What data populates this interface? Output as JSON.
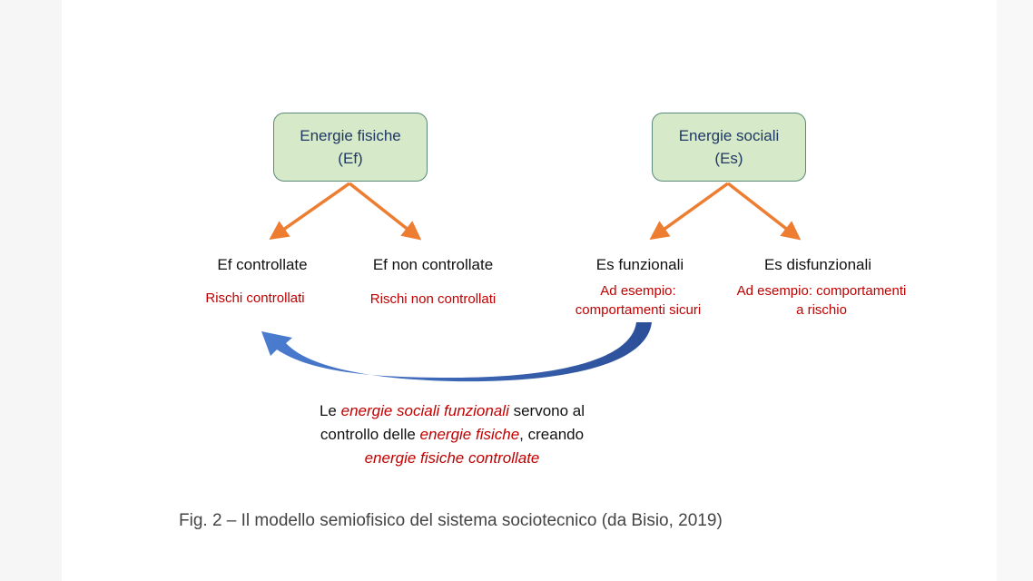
{
  "boxes": [
    {
      "title": "Energie fisiche",
      "abbr": "(Ef)"
    },
    {
      "title": "Energie sociali",
      "abbr": "(Es)"
    }
  ],
  "branches": [
    {
      "label": "Ef controllate",
      "sub": [
        "Rischi controllati"
      ]
    },
    {
      "label": "Ef non controllate",
      "sub": [
        "Rischi non controllati"
      ]
    },
    {
      "label": "Es funzionali",
      "sub": [
        "Ad esempio:",
        "comportamenti sicuri"
      ]
    },
    {
      "label": "Es disfunzionali",
      "sub": [
        "Ad esempio: comportamenti",
        "a rischio"
      ]
    }
  ],
  "explanation": {
    "l1_a": "Le ",
    "l1_b": "energie sociali funzionali",
    "l1_c": " servono al",
    "l2_a": "controllo delle ",
    "l2_b": "energie fisiche",
    "l2_c": ", creando",
    "l3": "energie fisiche controllate"
  },
  "caption": "Fig. 2 – Il modello semiofisico del sistema sociotecnico (da Bisio, 2019)",
  "colors": {
    "box_fill": "#d6e9c9",
    "arrow_orange": "#ed7d31",
    "arrow_blue": "#3a63b0",
    "red": "#c00000",
    "navy": "#1f3864"
  }
}
